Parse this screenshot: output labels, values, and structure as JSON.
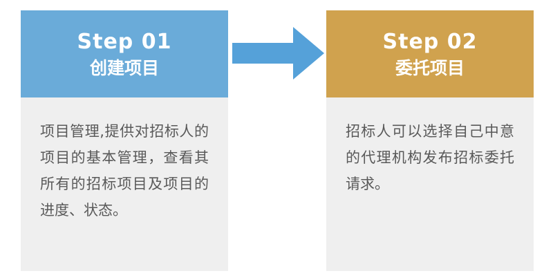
{
  "diagram": {
    "type": "process-steps",
    "direction": "left-to-right",
    "steps": [
      {
        "step_label": "Step 01",
        "title": "创建项目",
        "description": "项目管理,提供对招标人的项目的基本管理，查看其所有的招标项目及项目的进度、状态。",
        "header_color": "#6aabd9",
        "body_color": "#efefef"
      },
      {
        "step_label": "Step 02",
        "title": "委托项目",
        "description": "招标人可以选择自己中意的代理机构发布招标委托请求。",
        "header_color": "#d0a24e",
        "body_color": "#efefef"
      }
    ],
    "arrow": {
      "name": "right-arrow",
      "color": "#55a1d9"
    }
  }
}
